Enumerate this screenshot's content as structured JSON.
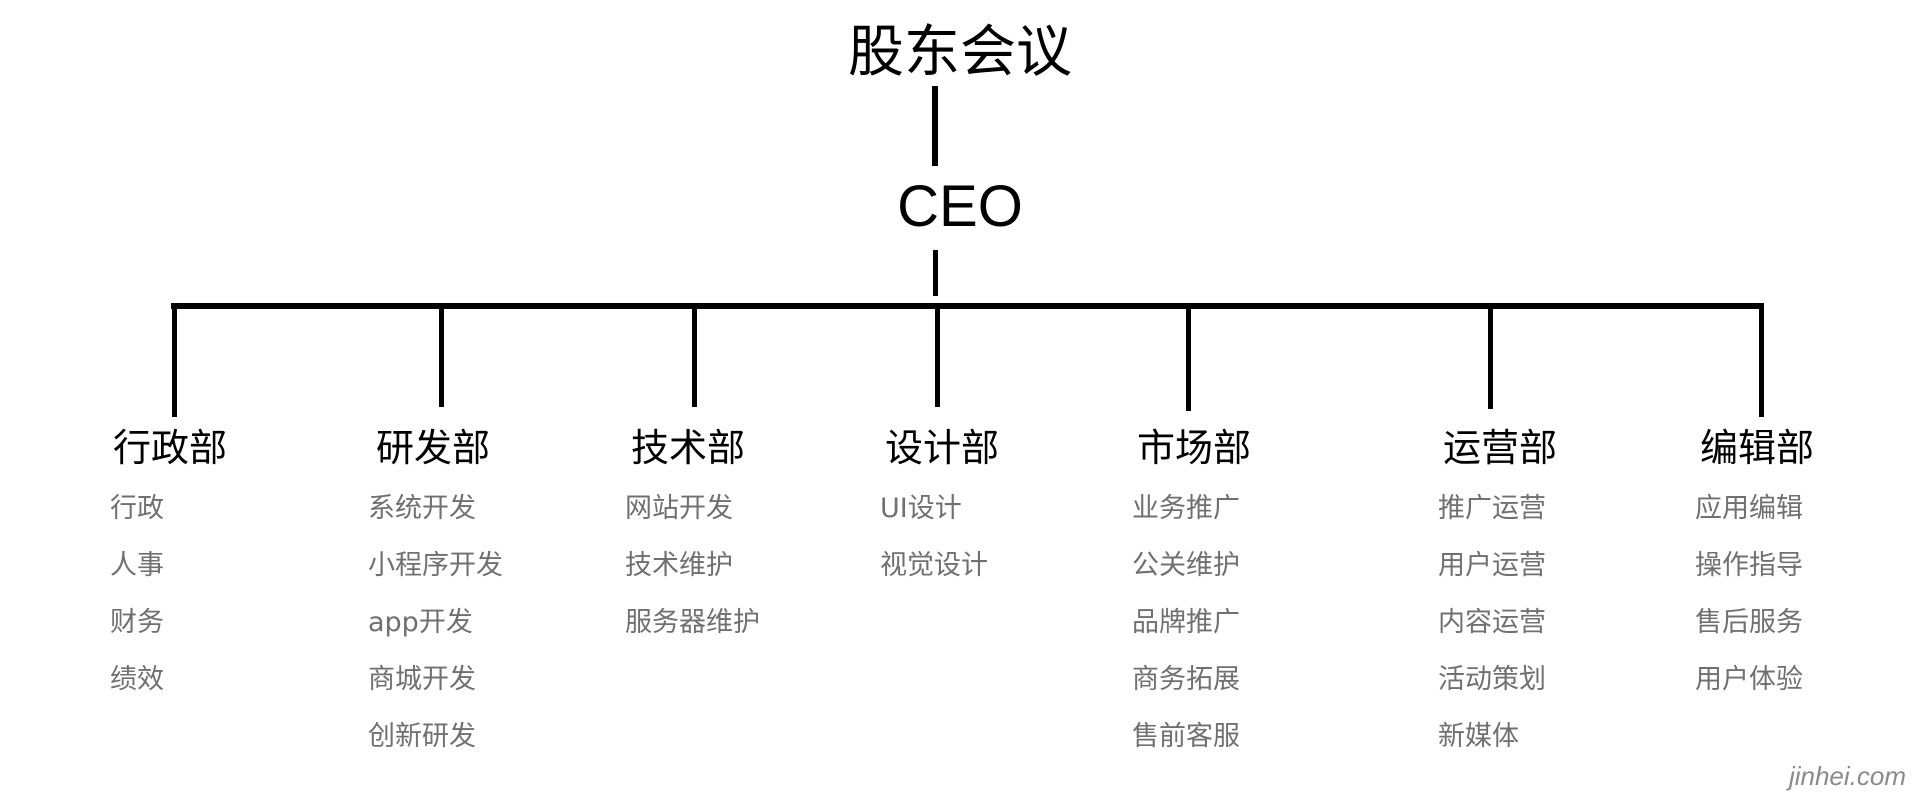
{
  "root": "股东会议",
  "ceo": "CEO",
  "departments": [
    {
      "name": "行政部",
      "items": [
        "行政",
        "人事",
        "财务",
        "绩效"
      ]
    },
    {
      "name": "研发部",
      "items": [
        "系统开发",
        "小程序开发",
        "app开发",
        "商城开发",
        "创新研发"
      ]
    },
    {
      "name": "技术部",
      "items": [
        "网站开发",
        "技术维护",
        "服务器维护"
      ]
    },
    {
      "name": "设计部",
      "items": [
        "UI设计",
        "视觉设计"
      ]
    },
    {
      "name": "市场部",
      "items": [
        "业务推广",
        "公关维护",
        "品牌推广",
        "商务拓展",
        "售前客服"
      ]
    },
    {
      "name": "运营部",
      "items": [
        "推广运营",
        "用户运营",
        "内容运营",
        "活动策划",
        "新媒体"
      ]
    },
    {
      "name": "编辑部",
      "items": [
        "应用编辑",
        "操作指导",
        "售后服务",
        "用户体验"
      ]
    }
  ],
  "watermark": "jinhei.com"
}
